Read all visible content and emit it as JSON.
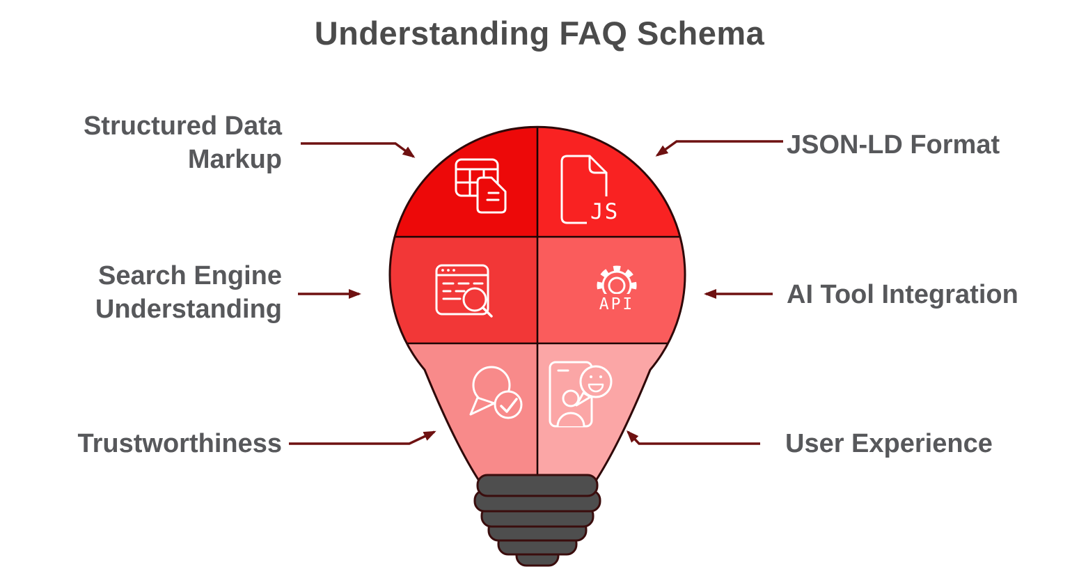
{
  "title": "Understanding FAQ Schema",
  "labels": {
    "structured_data": "Structured Data Markup",
    "search_engine": "Search Engine Understanding",
    "trustworthiness": "Trustworthiness",
    "json_ld": "JSON-LD Format",
    "ai_tool": "AI Tool Integration",
    "user_experience": "User Experience"
  },
  "icons": {
    "js_label": "JS",
    "api_label": "API"
  },
  "bulb": {
    "segments": [
      {
        "name": "structured-data-markup",
        "icon": "table-document-icon",
        "color": "#ED0909"
      },
      {
        "name": "json-ld-format",
        "icon": "js-file-icon",
        "color": "#F92222"
      },
      {
        "name": "search-engine-understanding",
        "icon": "browser-search-icon",
        "color": "#F23737"
      },
      {
        "name": "ai-tool-integration",
        "icon": "gear-api-icon",
        "color": "#FA5C5C"
      },
      {
        "name": "trustworthiness",
        "icon": "chat-check-icon",
        "color": "#F88A8A"
      },
      {
        "name": "user-experience",
        "icon": "phone-user-icon",
        "color": "#FBA6A6"
      }
    ]
  },
  "colors": {
    "arrow": "#6E1111",
    "outline": "#2E0808",
    "divider": "#1C0404",
    "base": "#4E4E4E",
    "base_outline": "#3A0D0D",
    "title_text": "#4B4B4B",
    "label_text": "#57585B",
    "icon_stroke": "#FFFFFF"
  }
}
